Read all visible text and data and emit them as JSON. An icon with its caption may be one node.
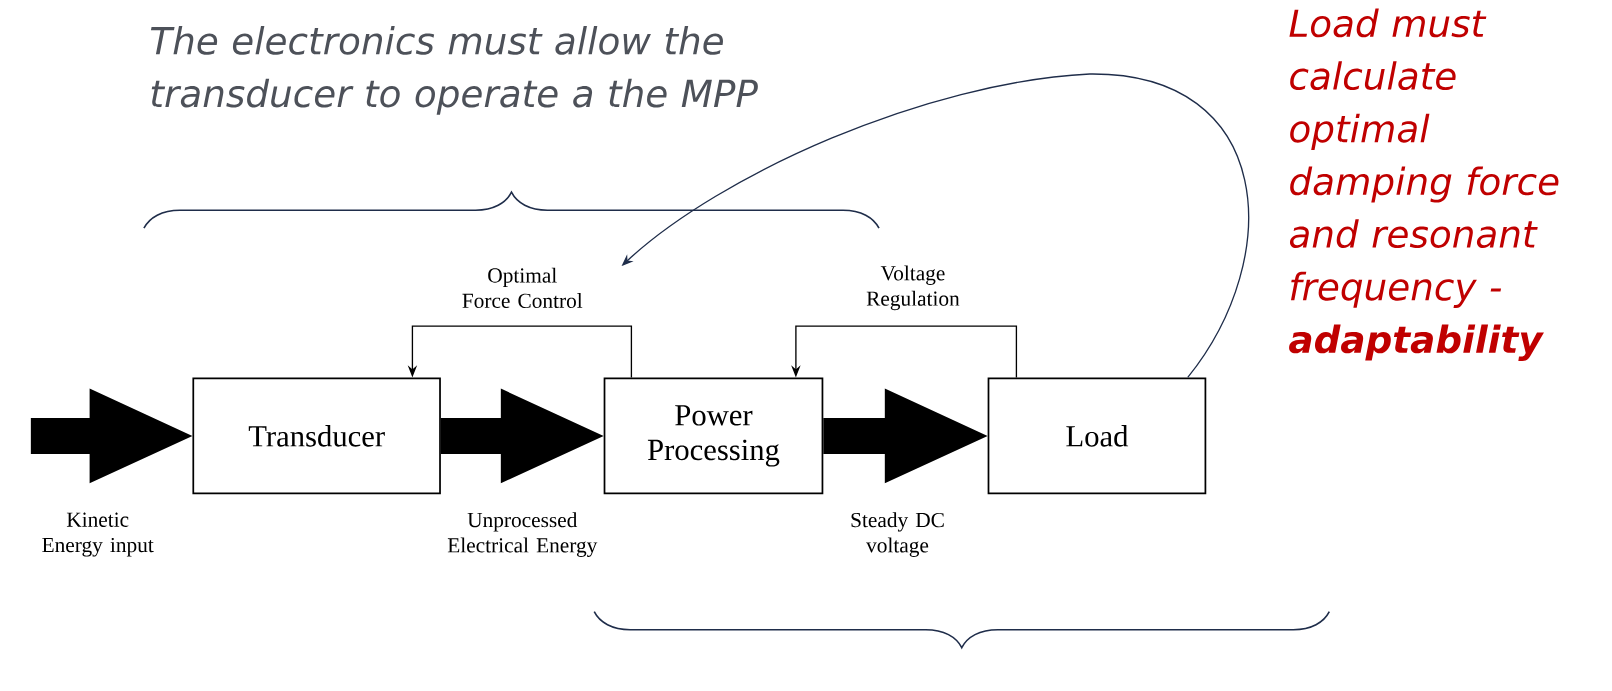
{
  "diagram": {
    "nodes": [
      {
        "text": [
          "Transducer"
        ]
      },
      {
        "text": [
          "Power Processing"
        ]
      },
      {
        "text": [
          "Load"
        ]
      },
      {
        "text": [
          "Optimal Force Control"
        ]
      }
    ],
    "edges": [
      {
        "from": null,
        "to": 0,
        "arrow": "to",
        "style": "thick",
        "label": "Kinetic Energy input"
      },
      {
        "from": 0,
        "to": 1,
        "arrow": "to",
        "style": "thick",
        "label": "Unprocessed Electrical Energy"
      },
      {
        "from": 1,
        "to": 2,
        "arrow": "to",
        "style": "thick",
        "label": "Steady DC voltage"
      },
      {
        "from": 1,
        "to": 0,
        "arrow": "to"
      },
      {
        "from": 2,
        "to": 1,
        "arrow": "to",
        "label": "Voltage Regulation"
      },
      {
        "from": 2,
        "to": 3,
        "arrow": "to",
        "color": "#1f2d4a"
      }
    ],
    "labels": [
      "The electronics must allow the transducer to operate a the MPP",
      "Load must calculate optimal damping force and resonant frequency - **adaptability**"
    ]
  }
}
